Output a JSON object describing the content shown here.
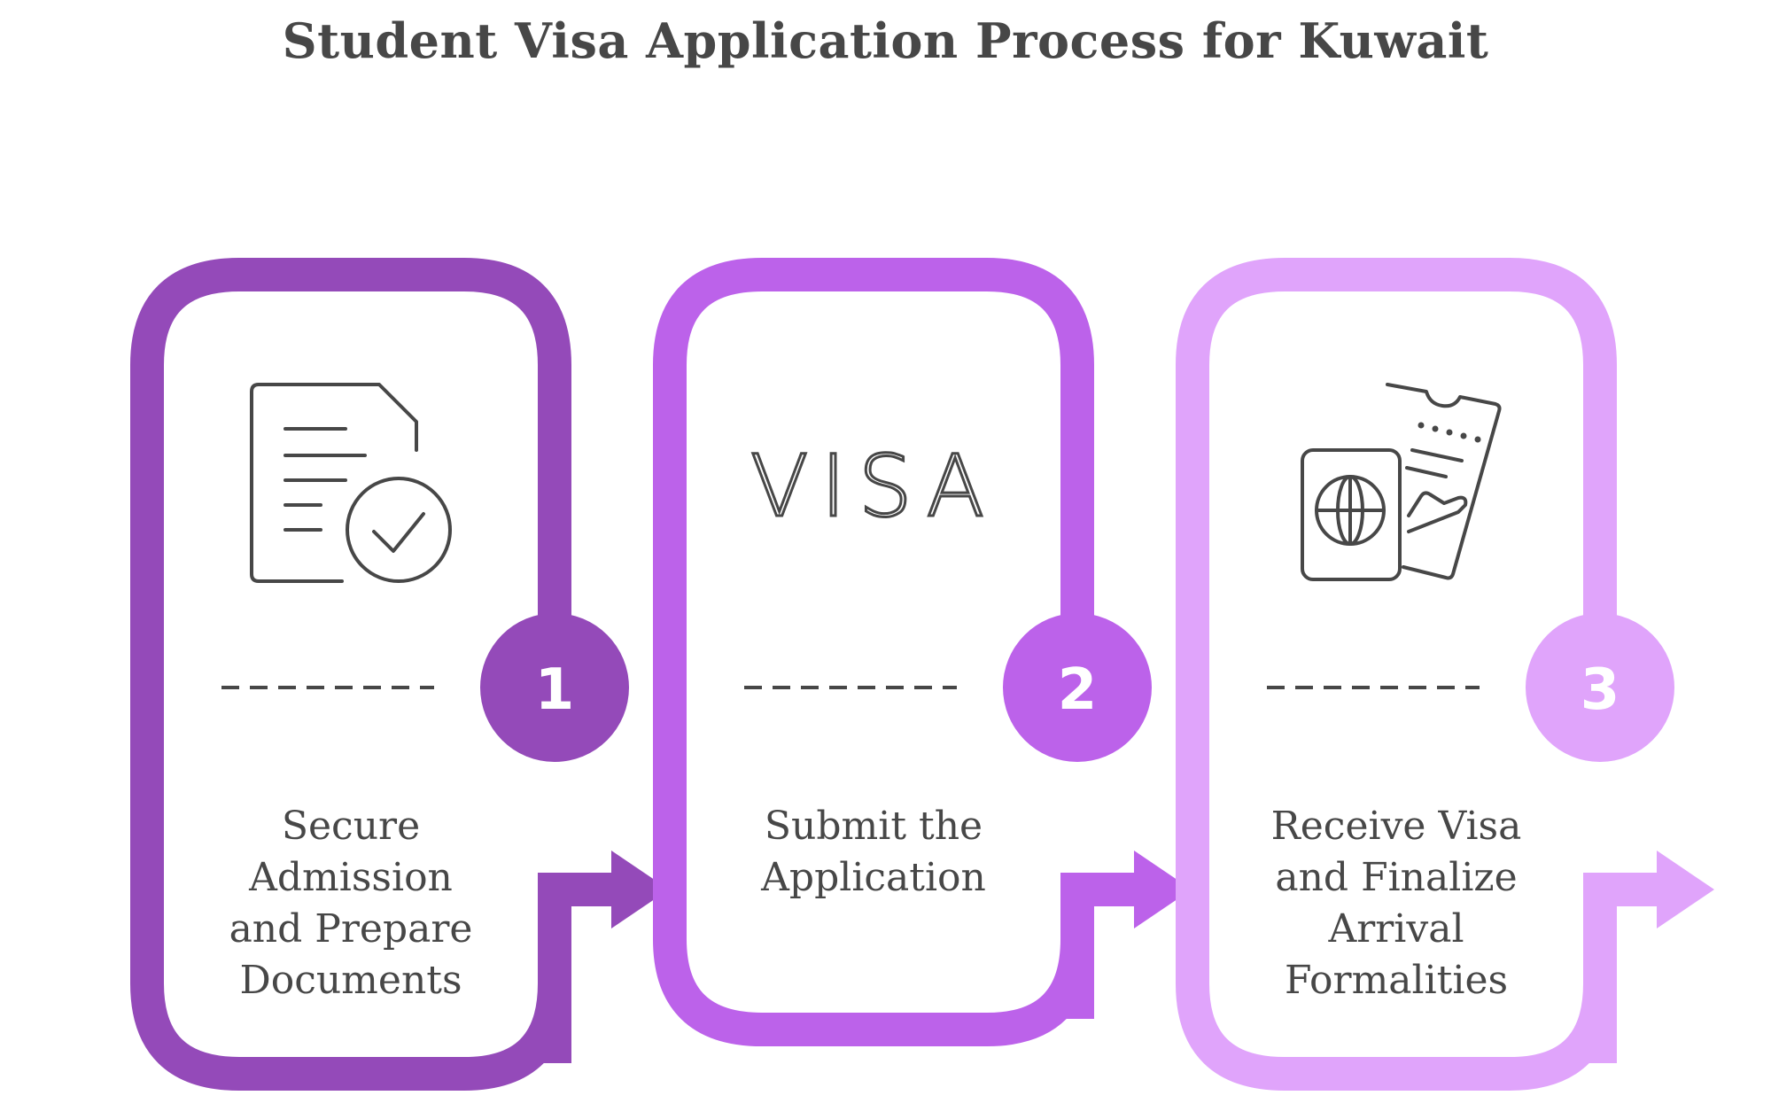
{
  "title": "Student Visa Application Process for Kuwait",
  "colors": {
    "step1": "#944ab9",
    "step2": "#bc62ea",
    "step3": "#e0a4fb",
    "icon": "#474747",
    "text": "#474747"
  },
  "steps": [
    {
      "number": "1",
      "icon": "document-check-icon",
      "label_lines": [
        "Secure",
        "Admission",
        "and Prepare",
        "Documents"
      ]
    },
    {
      "number": "2",
      "icon": "visa-text-icon",
      "icon_text": "VISA",
      "label_lines": [
        "Submit the",
        "Application"
      ]
    },
    {
      "number": "3",
      "icon": "passport-ticket-icon",
      "label_lines": [
        "Receive Visa",
        "and Finalize",
        "Arrival",
        "Formalities"
      ]
    }
  ]
}
